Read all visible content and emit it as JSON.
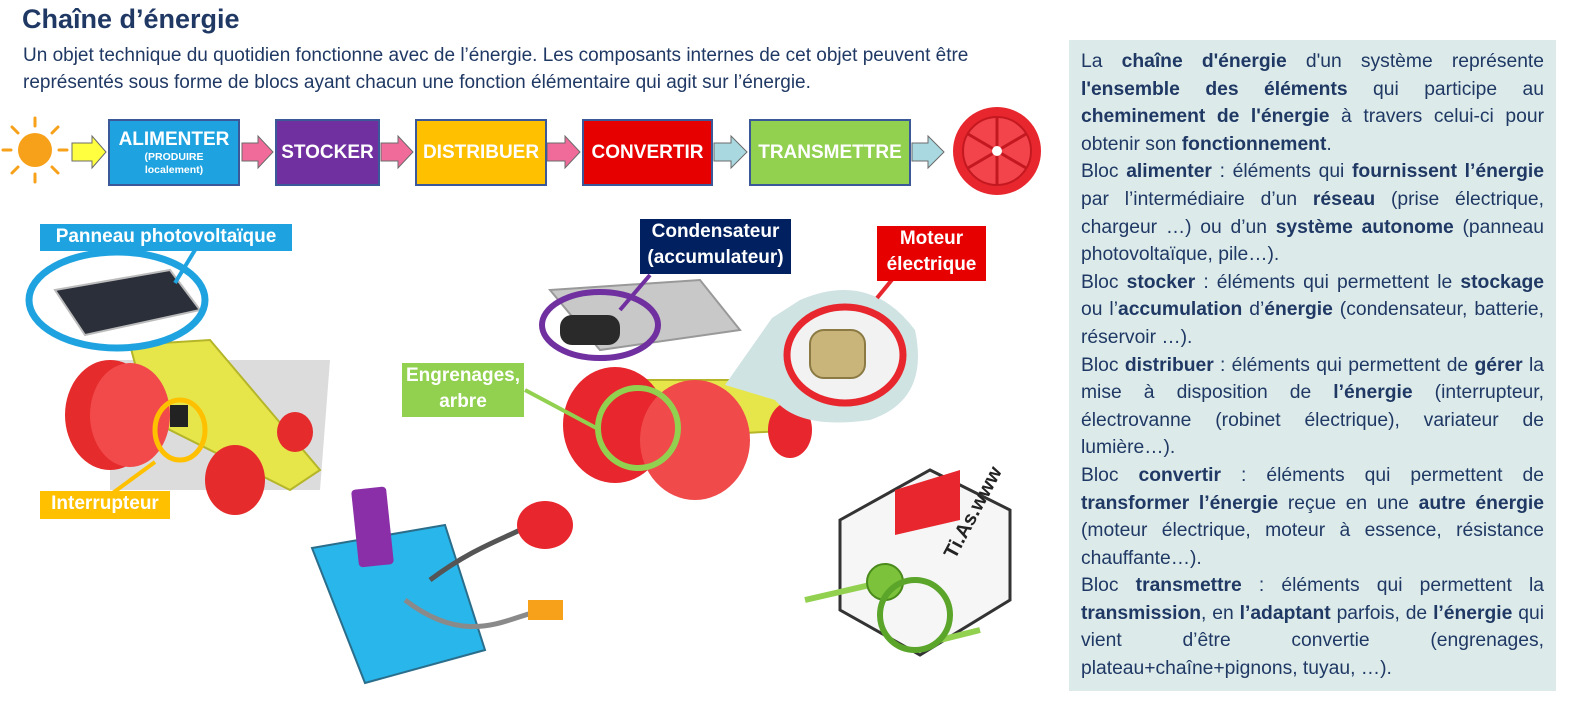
{
  "title": "Chaîne d’énergie",
  "intro": "Un objet technique du quotidien fonctionne avec de l’énergie. Les composants internes de cet objet peuvent être représentés sous  forme de blocs ayant chacun une fonction élémentaire qui agit sur l’énergie.",
  "chain": {
    "alimenter": "ALIMENTER",
    "alimenter_sub1": "(PRODUIRE",
    "alimenter_sub2": "localement)",
    "stocker": "STOCKER",
    "distribuer": "DISTRIBUER",
    "convertir": "CONVERTIR",
    "transmettre": "TRANSMETTRE"
  },
  "colors": {
    "alimenter": "#1fa3e0",
    "stocker": "#7030a0",
    "distribuer": "#ffc000",
    "convertir": "#e60000",
    "transmettre": "#92d050",
    "text": "#1f3864",
    "panel": "#dcebea"
  },
  "labels": {
    "panneau": "Panneau photovoltaïque",
    "interrupteur": "Interrupteur",
    "condensateur1": "Condensateur",
    "condensateur2": "(accumulateur)",
    "moteur1": "Moteur",
    "moteur2": "électrique",
    "engrenages1": "Engrenages,",
    "engrenages2": "arbre"
  },
  "gearbox_text": "Ti.As.www",
  "panel": {
    "p1": {
      "a": "La ",
      "b": "chaîne d'énergie",
      "c": " d'un système représente ",
      "d": "l'ensemble des éléments",
      "e": " qui participe au ",
      "f": "cheminement de l'énergie",
      "g": " à travers celui-ci pour obtenir son ",
      "h": "fonctionnement",
      "i": "."
    },
    "p2": {
      "a": "Bloc ",
      "b": "alimenter",
      "c": " : éléments qui ",
      "d": "fournissent l’énergie",
      "e": " par l’intermédiaire d’un ",
      "f": "réseau",
      "g": " (prise électrique, chargeur …) ou d’un ",
      "h": "système autonome",
      "i": " (panneau photovoltaïque, pile…)."
    },
    "p3": {
      "a": "Bloc ",
      "b": "stocker",
      "c": " : éléments qui permettent le ",
      "d": "stockage",
      "e": " ou l’",
      "f": "accumulation",
      "g": " d’",
      "h": "énergie",
      "i": " (condensateur, batterie, réservoir …)."
    },
    "p4": {
      "a": "Bloc ",
      "b": "distribuer",
      "c": " : éléments qui permettent de ",
      "d": "gérer",
      "e": " la mise à disposition de ",
      "f": "l’énergie",
      "g": " (interrupteur, électrovanne (robinet électrique), variateur de lumière…)."
    },
    "p5": {
      "a": "Bloc ",
      "b": "convertir",
      "c": " : éléments qui permettent de ",
      "d": "transformer l’énergie",
      "e": " reçue en une ",
      "f": "autre énergie",
      "g": " (moteur électrique, moteur à essence, résistance chauffante…)."
    },
    "p6": {
      "a": "Bloc ",
      "b": "transmettre",
      "c": " : éléments qui permettent la ",
      "d": "transmission",
      "e": ", en ",
      "f": "l’adaptant",
      "g": " parfois, de ",
      "h": "l’énergie",
      "i": " qui vient d’être convertie (engrenages, plateau+chaîne+pignons, tuyau, …)."
    }
  }
}
